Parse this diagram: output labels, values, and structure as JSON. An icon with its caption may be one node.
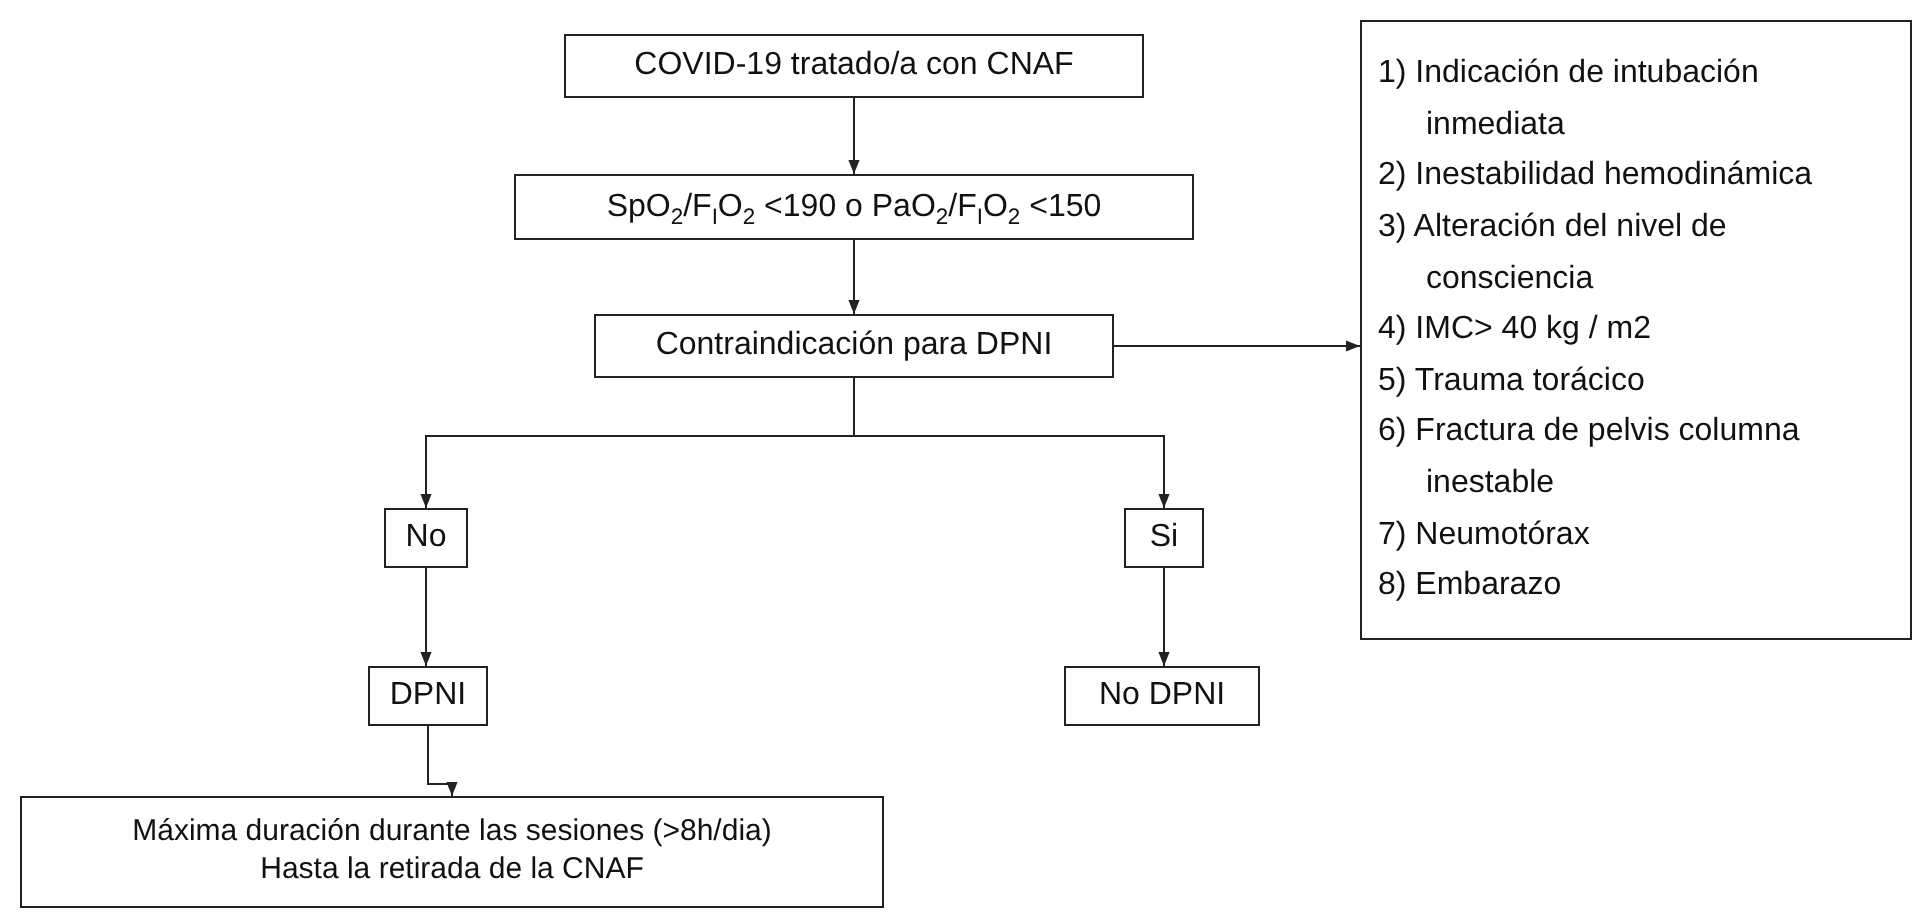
{
  "diagram": {
    "nodes": [
      {
        "text": [
          "COVID-19 tratado/a con CNAF"
        ]
      },
      {
        "text": [
          "SpO$_{2}$/F$_{I}$O$_{2}$ <190 o PaO$_{2}$/F$_{I}$O$_{2}$ <150"
        ]
      },
      {
        "text": [
          "Contraindicación para DPNI"
        ]
      },
      {
        "text": [
          "1) Indicación de intubación inmediata",
          "2) Inestabilidad hemodinámica",
          "3) Alteración del nivel de consciencia",
          "4) IMC> 40 kg / m2",
          "5) Trauma torácico",
          "6) Fractura de pelvis columna inestable",
          "7) Neumotórax",
          "8) Embarazo"
        ]
      },
      {
        "text": [
          "No"
        ]
      },
      {
        "text": [
          "Si"
        ]
      },
      {
        "text": [
          "DPNI"
        ]
      },
      {
        "text": [
          "No DPNI"
        ]
      },
      {
        "text": [
          "Máxima duración durante las sesiones (>8h/dia)",
          "Hasta la retirada de la CNAF"
        ]
      }
    ],
    "edges": [
      {
        "from": 0,
        "to": 1,
        "arrow": "to"
      },
      {
        "from": 1,
        "to": 2,
        "arrow": "to"
      },
      {
        "from": 2,
        "to": 3,
        "arrow": "to"
      },
      {
        "from": 2,
        "to": 4,
        "arrow": "to"
      },
      {
        "from": 2,
        "to": 5,
        "arrow": "to"
      },
      {
        "from": 4,
        "to": 6,
        "arrow": "to"
      },
      {
        "from": 5,
        "to": 7,
        "arrow": "to"
      },
      {
        "from": 6,
        "to": 8,
        "arrow": "to"
      }
    ]
  }
}
